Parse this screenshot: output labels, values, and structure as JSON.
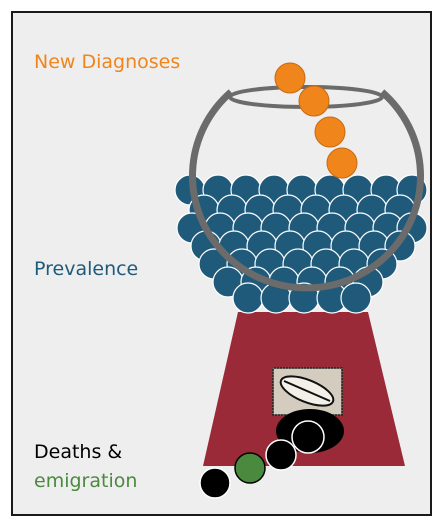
{
  "labels": {
    "new_diagnoses": "New Diagnoses",
    "prevalence": "Prevalence",
    "deaths": "Deaths &",
    "emigration": "emigration"
  },
  "colors": {
    "new_diagnoses": "#f0851c",
    "prevalence": "#1f5a7a",
    "deaths": "#000000",
    "emigration": "#4a8a3f",
    "machine_base": "#9b2a38",
    "bowl_outline": "#6b6b6b",
    "background": "#eeeeee"
  }
}
